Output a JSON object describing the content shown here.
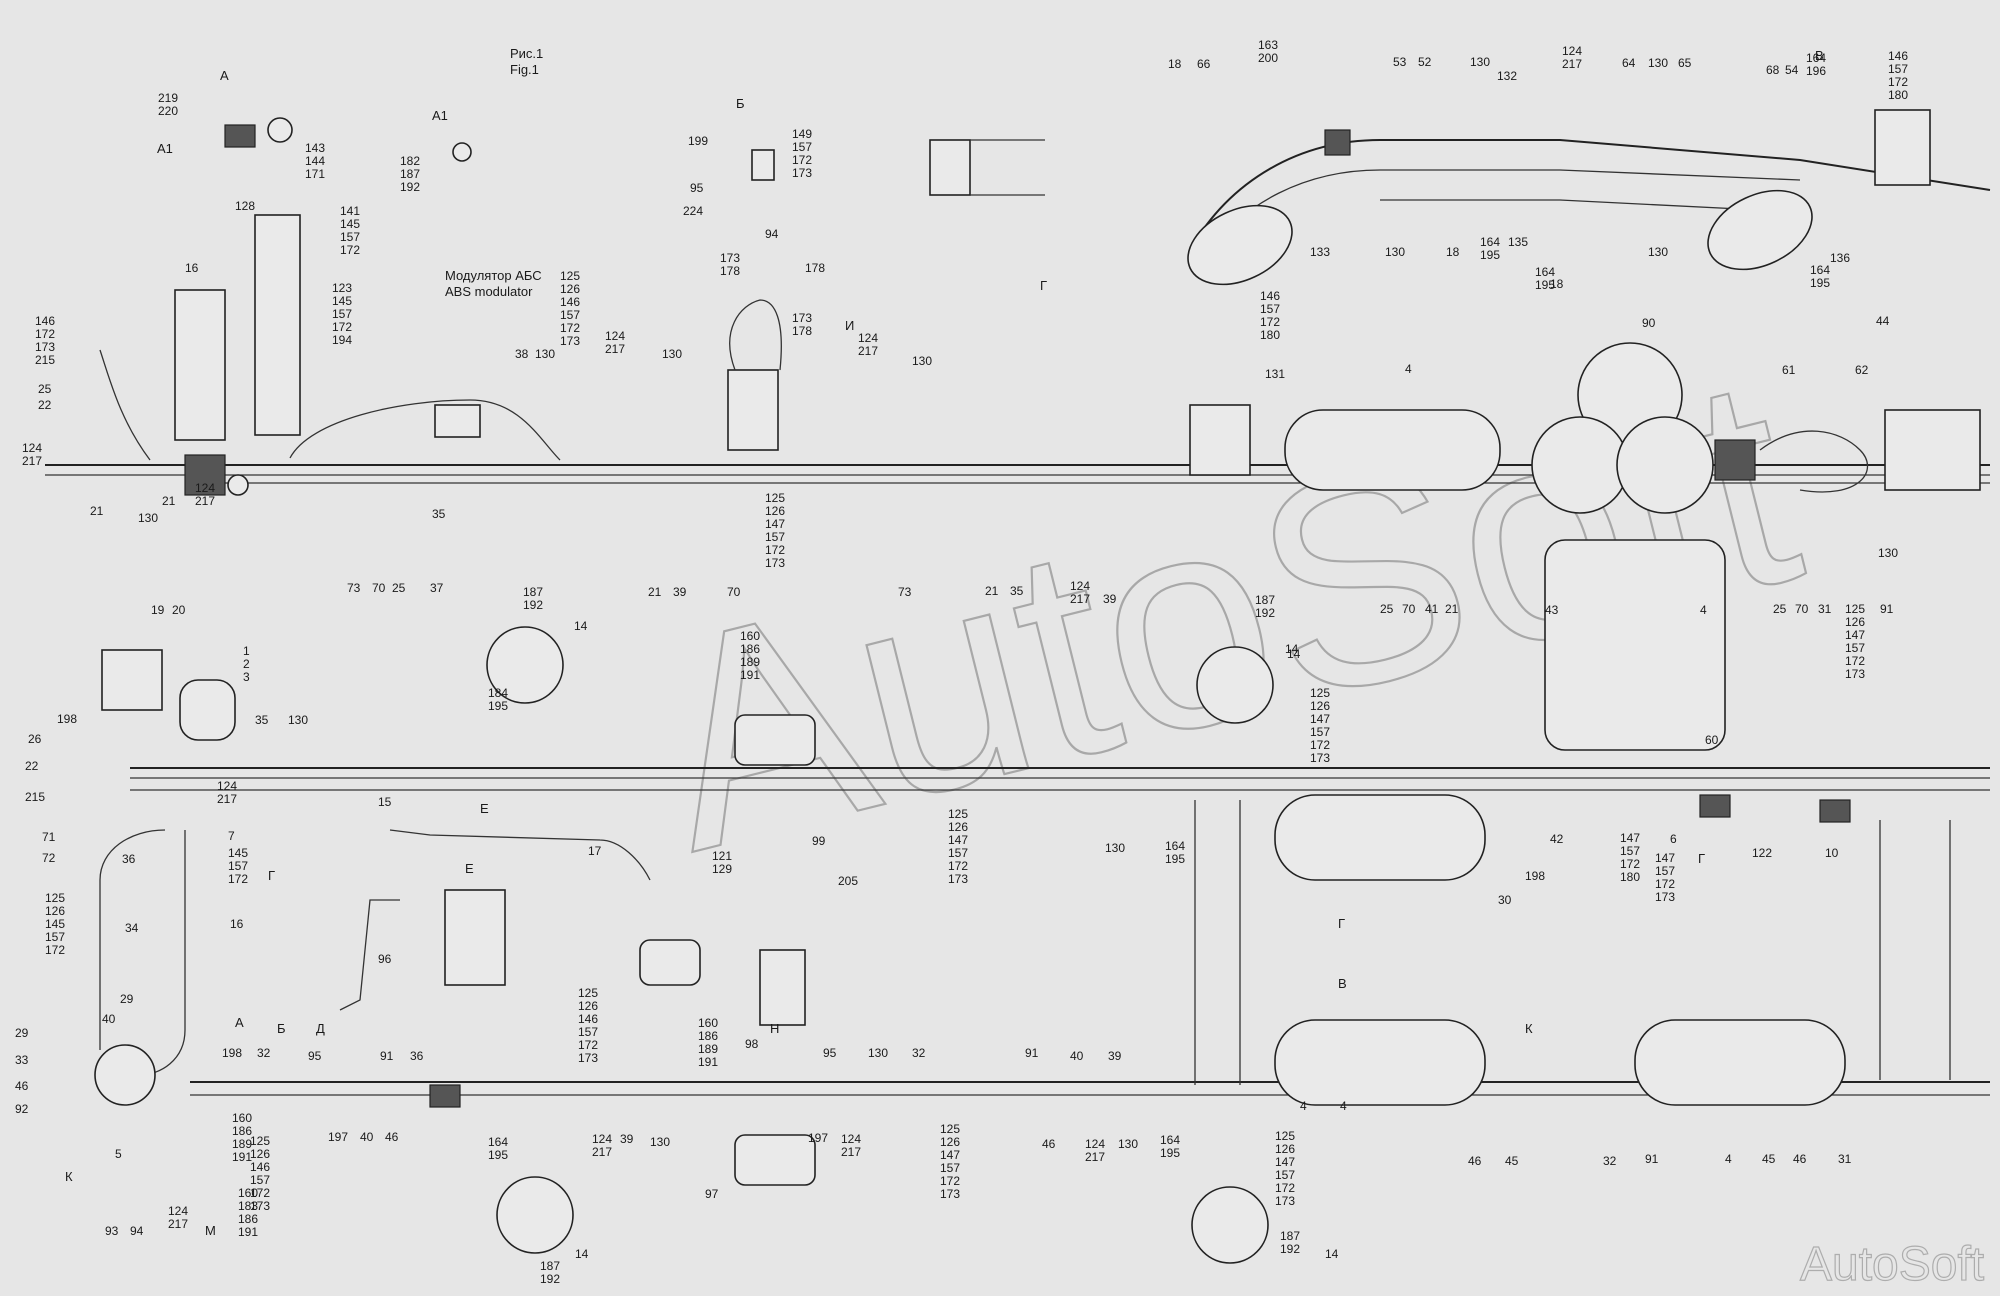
{
  "figure": {
    "caption_ru": "Рис.1",
    "caption_en": "Fig.1"
  },
  "watermark": {
    "main": "AutoSoft",
    "corner": "AutoSoft"
  },
  "view_letters": [
    {
      "id": "a",
      "text": "А"
    },
    {
      "id": "a1",
      "text": "А1"
    },
    {
      "id": "a1b",
      "text": "А1"
    },
    {
      "id": "b",
      "text": "Б"
    },
    {
      "id": "b2",
      "text": "Б"
    },
    {
      "id": "v",
      "text": "В"
    },
    {
      "id": "v2",
      "text": "В"
    },
    {
      "id": "g1",
      "text": "Г"
    },
    {
      "id": "g2",
      "text": "Г"
    },
    {
      "id": "g3",
      "text": "Г"
    },
    {
      "id": "g4",
      "text": "Г"
    },
    {
      "id": "d",
      "text": "Д"
    },
    {
      "id": "e1",
      "text": "Е"
    },
    {
      "id": "e2",
      "text": "Е"
    },
    {
      "id": "i",
      "text": "И"
    },
    {
      "id": "k1",
      "text": "К"
    },
    {
      "id": "k2",
      "text": "К"
    },
    {
      "id": "m",
      "text": "М"
    },
    {
      "id": "n",
      "text": "Н"
    },
    {
      "id": "a2",
      "text": "А"
    }
  ],
  "abs_modulator": {
    "ru": "Модулятор АБС",
    "en": "ABS modulator"
  },
  "labels": [
    {
      "id": "L1",
      "text": "219\n220"
    },
    {
      "id": "L2",
      "text": "143\n144\n171"
    },
    {
      "id": "L3",
      "text": "182\n187\n192"
    },
    {
      "id": "L4",
      "text": "199"
    },
    {
      "id": "L5",
      "text": "149\n157\n172\n173"
    },
    {
      "id": "L6",
      "text": "95"
    },
    {
      "id": "L7",
      "text": "224"
    },
    {
      "id": "L8",
      "text": "94"
    },
    {
      "id": "L9",
      "text": "141\n145\n157\n172"
    },
    {
      "id": "L10",
      "text": "128"
    },
    {
      "id": "L11",
      "text": "16"
    },
    {
      "id": "L12",
      "text": "123\n145\n157\n172\n194"
    },
    {
      "id": "L13",
      "text": "125\n126\n146\n157\n172\n173"
    },
    {
      "id": "L14",
      "text": "173\n178"
    },
    {
      "id": "L15",
      "text": "178"
    },
    {
      "id": "L16",
      "text": "173\n178"
    },
    {
      "id": "L17",
      "text": "146\n172\n173\n215"
    },
    {
      "id": "L18",
      "text": "25"
    },
    {
      "id": "L19",
      "text": "22"
    },
    {
      "id": "L20",
      "text": "124\n217"
    },
    {
      "id": "L21",
      "text": "21"
    },
    {
      "id": "L22",
      "text": "130"
    },
    {
      "id": "L23",
      "text": "38"
    },
    {
      "id": "L24",
      "text": "130"
    },
    {
      "id": "L25",
      "text": "124\n217"
    },
    {
      "id": "L26",
      "text": "130"
    },
    {
      "id": "L27",
      "text": "124\n217"
    },
    {
      "id": "L28",
      "text": "130"
    },
    {
      "id": "L29",
      "text": "35"
    },
    {
      "id": "L30",
      "text": "125\n126\n147\n157\n172\n173"
    },
    {
      "id": "L31",
      "text": "73"
    },
    {
      "id": "L32",
      "text": "70"
    },
    {
      "id": "L33",
      "text": "25"
    },
    {
      "id": "L34",
      "text": "37"
    },
    {
      "id": "L35",
      "text": "21"
    },
    {
      "id": "L36",
      "text": "39"
    },
    {
      "id": "L37",
      "text": "70"
    },
    {
      "id": "L38",
      "text": "73"
    },
    {
      "id": "L39",
      "text": "21"
    },
    {
      "id": "L40",
      "text": "35"
    },
    {
      "id": "L41",
      "text": "124\n217"
    },
    {
      "id": "L42",
      "text": "39"
    },
    {
      "id": "L43",
      "text": "187\n192"
    },
    {
      "id": "L44",
      "text": "14"
    },
    {
      "id": "L45",
      "text": "187\n192"
    },
    {
      "id": "L46",
      "text": "14"
    },
    {
      "id": "L47",
      "text": "160\n186\n189\n191"
    },
    {
      "id": "L48",
      "text": "19"
    },
    {
      "id": "L49",
      "text": "20"
    },
    {
      "id": "L50",
      "text": "1\n2\n3"
    },
    {
      "id": "L51",
      "text": "198"
    },
    {
      "id": "L52",
      "text": "26"
    },
    {
      "id": "L53",
      "text": "22"
    },
    {
      "id": "L54",
      "text": "215"
    },
    {
      "id": "L55",
      "text": "35"
    },
    {
      "id": "L56",
      "text": "130"
    },
    {
      "id": "L57",
      "text": "124\n217"
    },
    {
      "id": "L58",
      "text": "184\n195"
    },
    {
      "id": "L59",
      "text": "15"
    },
    {
      "id": "L60",
      "text": "71"
    },
    {
      "id": "L61",
      "text": "72"
    },
    {
      "id": "L62",
      "text": "7"
    },
    {
      "id": "L63",
      "text": "145\n157\n172"
    },
    {
      "id": "L64",
      "text": "36"
    },
    {
      "id": "L65",
      "text": "125\n126\n145\n157\n172"
    },
    {
      "id": "L66",
      "text": "16"
    },
    {
      "id": "L67",
      "text": "34"
    },
    {
      "id": "L68",
      "text": "29"
    },
    {
      "id": "L69",
      "text": "29"
    },
    {
      "id": "L70",
      "text": "40"
    },
    {
      "id": "L71",
      "text": "33"
    },
    {
      "id": "L72",
      "text": "46"
    },
    {
      "id": "L73",
      "text": "92"
    },
    {
      "id": "L74",
      "text": "5"
    },
    {
      "id": "L75",
      "text": "93"
    },
    {
      "id": "L76",
      "text": "94"
    },
    {
      "id": "L77",
      "text": "198"
    },
    {
      "id": "L78",
      "text": "32"
    },
    {
      "id": "L79",
      "text": "125\n126\n146\n157\n172\n173"
    },
    {
      "id": "L80",
      "text": "160\n186\n189\n191"
    },
    {
      "id": "L81",
      "text": "124\n217"
    },
    {
      "id": "L82",
      "text": "160\n183\n186\n191"
    },
    {
      "id": "L83",
      "text": "95"
    },
    {
      "id": "L84",
      "text": "197"
    },
    {
      "id": "L85",
      "text": "40"
    },
    {
      "id": "L86",
      "text": "46"
    },
    {
      "id": "L87",
      "text": "91"
    },
    {
      "id": "L88",
      "text": "36"
    },
    {
      "id": "L89",
      "text": "96"
    },
    {
      "id": "L90",
      "text": "164\n195"
    },
    {
      "id": "L91",
      "text": "187\n192"
    },
    {
      "id": "L92",
      "text": "14"
    },
    {
      "id": "L93",
      "text": "125\n126\n146\n157\n172\n173"
    },
    {
      "id": "L94",
      "text": "124\n217"
    },
    {
      "id": "L95",
      "text": "39"
    },
    {
      "id": "L96",
      "text": "130"
    },
    {
      "id": "L97",
      "text": "17"
    },
    {
      "id": "L98",
      "text": "121\n129"
    },
    {
      "id": "L99",
      "text": "99"
    },
    {
      "id": "L100",
      "text": "205"
    },
    {
      "id": "L101",
      "text": "160\n186\n189\n191"
    },
    {
      "id": "L102",
      "text": "98"
    },
    {
      "id": "L103",
      "text": "95"
    },
    {
      "id": "L104",
      "text": "130"
    },
    {
      "id": "L105",
      "text": "32"
    },
    {
      "id": "L106",
      "text": "197"
    },
    {
      "id": "L107",
      "text": "124\n217"
    },
    {
      "id": "L108",
      "text": "97"
    },
    {
      "id": "L109",
      "text": "125\n126\n147\n157\n172\n173"
    },
    {
      "id": "L110",
      "text": "91"
    },
    {
      "id": "L111",
      "text": "40"
    },
    {
      "id": "L112",
      "text": "39"
    },
    {
      "id": "L113",
      "text": "46"
    },
    {
      "id": "L114",
      "text": "124\n217"
    },
    {
      "id": "L115",
      "text": "130"
    },
    {
      "id": "L116",
      "text": "125\n126\n147\n157\n172\n173"
    },
    {
      "id": "L117",
      "text": "125\n126\n147\n157\n172\n173"
    },
    {
      "id": "L118",
      "text": "130"
    },
    {
      "id": "L119",
      "text": "164\n195"
    },
    {
      "id": "L120",
      "text": "14"
    },
    {
      "id": "L121",
      "text": "125\n126\n147\n157\n172\n173"
    },
    {
      "id": "L122",
      "text": "164\n195"
    },
    {
      "id": "L123",
      "text": "187\n192"
    },
    {
      "id": "L124",
      "text": "14"
    },
    {
      "id": "L125",
      "text": "198"
    },
    {
      "id": "L126",
      "text": "30"
    },
    {
      "id": "L127",
      "text": "42"
    },
    {
      "id": "L128",
      "text": "4"
    },
    {
      "id": "L129",
      "text": "46"
    },
    {
      "id": "L130",
      "text": "45"
    },
    {
      "id": "L131",
      "text": "4"
    },
    {
      "id": "L132",
      "text": "32"
    },
    {
      "id": "L133",
      "text": "91"
    },
    {
      "id": "L134",
      "text": "4"
    },
    {
      "id": "L135",
      "text": "45"
    },
    {
      "id": "L136",
      "text": "46"
    },
    {
      "id": "L137",
      "text": "31"
    },
    {
      "id": "L138",
      "text": "147\n157\n172\n180"
    },
    {
      "id": "L139",
      "text": "6"
    },
    {
      "id": "L140",
      "text": "147\n157\n172\n173"
    },
    {
      "id": "L141",
      "text": "60"
    },
    {
      "id": "L142",
      "text": "122"
    },
    {
      "id": "L143",
      "text": "10"
    },
    {
      "id": "L144",
      "text": "25"
    },
    {
      "id": "L145",
      "text": "70"
    },
    {
      "id": "L146",
      "text": "41"
    },
    {
      "id": "L147",
      "text": "21"
    },
    {
      "id": "L148",
      "text": "43"
    },
    {
      "id": "L149",
      "text": "4"
    },
    {
      "id": "L150",
      "text": "25"
    },
    {
      "id": "L151",
      "text": "70"
    },
    {
      "id": "L152",
      "text": "31"
    },
    {
      "id": "L153",
      "text": "125\n126\n147\n157\n172\n173"
    },
    {
      "id": "L154",
      "text": "91"
    },
    {
      "id": "L155",
      "text": "4"
    },
    {
      "id": "L156",
      "text": "146\n157\n172\n180"
    },
    {
      "id": "L157",
      "text": "131"
    },
    {
      "id": "L158",
      "text": "90"
    },
    {
      "id": "L159",
      "text": "61"
    },
    {
      "id": "L160",
      "text": "62"
    },
    {
      "id": "L161",
      "text": "130"
    },
    {
      "id": "L162",
      "text": "18"
    },
    {
      "id": "L163",
      "text": "66"
    },
    {
      "id": "L164",
      "text": "163\n200"
    },
    {
      "id": "L165",
      "text": "53"
    },
    {
      "id": "L166",
      "text": "52"
    },
    {
      "id": "L167",
      "text": "130"
    },
    {
      "id": "L168",
      "text": "132"
    },
    {
      "id": "L169",
      "text": "124\n217"
    },
    {
      "id": "L170",
      "text": "64"
    },
    {
      "id": "L171",
      "text": "130"
    },
    {
      "id": "L172",
      "text": "65"
    },
    {
      "id": "L173",
      "text": "68"
    },
    {
      "id": "L174",
      "text": "54"
    },
    {
      "id": "L175",
      "text": "164\n196"
    },
    {
      "id": "L176",
      "text": "146\n157\n172\n180"
    },
    {
      "id": "L177",
      "text": "133"
    },
    {
      "id": "L178",
      "text": "130"
    },
    {
      "id": "L179",
      "text": "18"
    },
    {
      "id": "L180",
      "text": "164\n195"
    },
    {
      "id": "L181",
      "text": "135"
    },
    {
      "id": "L182",
      "text": "164\n195"
    },
    {
      "id": "L183",
      "text": "18"
    },
    {
      "id": "L184",
      "text": "130"
    },
    {
      "id": "L185",
      "text": "136"
    },
    {
      "id": "L186",
      "text": "164\n195"
    },
    {
      "id": "L187",
      "text": "44"
    },
    {
      "id": "L188",
      "text": "21"
    },
    {
      "id": "L189",
      "text": "124\n217"
    }
  ]
}
